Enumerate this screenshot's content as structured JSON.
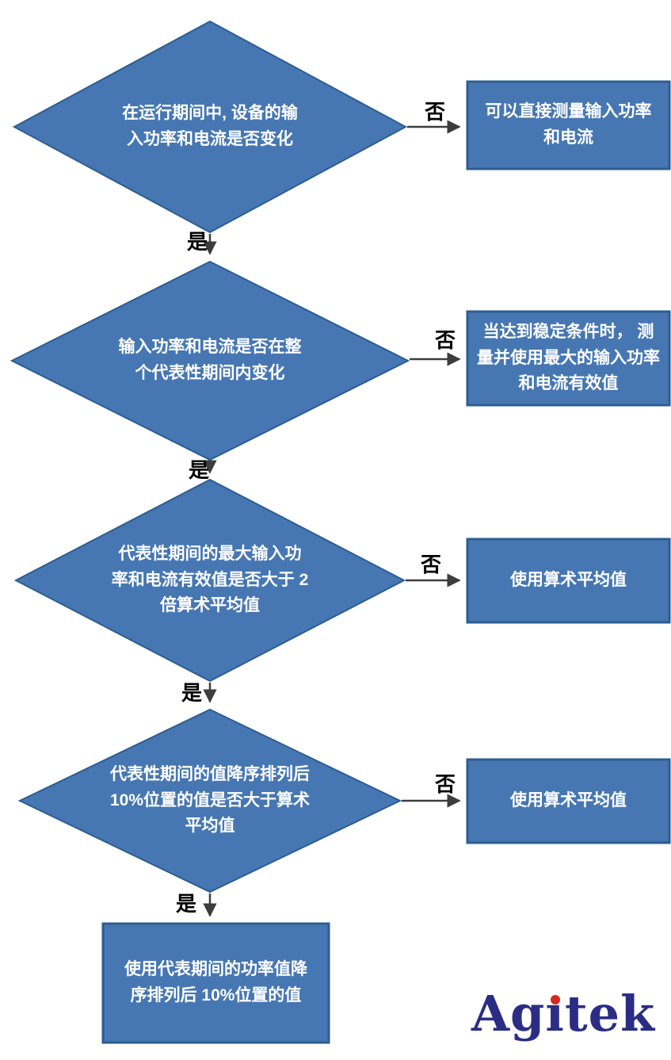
{
  "colors": {
    "shape_fill": "#4677b2",
    "shape_border": "#2c5d92",
    "arrow": "#3d3d3d",
    "edge_label": "#000000",
    "node_text": "#ffffff",
    "logo_navy": "#2b2d84",
    "logo_red": "#d6281e"
  },
  "flowchart": {
    "decisions": [
      {
        "text": "在运行期间中, 设备的输入功率和电流是否变化"
      },
      {
        "text": "输入功率和电流是否在整个代表性期间内变化"
      },
      {
        "text": "代表性期间的最大输入功率和电流有效值是否大于 2 倍算术平均值"
      },
      {
        "text": "代表性期间的值降序排列后 10%位置的值是否大于算术平均值"
      }
    ],
    "results": [
      {
        "text": "可以直接测量输入功率和电流"
      },
      {
        "text": "当达到稳定条件时， 测量并使用最大的输入功率和电流有效值"
      },
      {
        "text": "使用算术平均值"
      },
      {
        "text": "使用算术平均值"
      },
      {
        "text": "使用代表期间的功率值降序排列后 10%位置的值"
      }
    ],
    "labels": {
      "yes": "是",
      "no": "否"
    }
  },
  "logo": {
    "text": "Agitek",
    "prefix": "Ag",
    "dotless_i": "ı",
    "suffix": "tek"
  }
}
